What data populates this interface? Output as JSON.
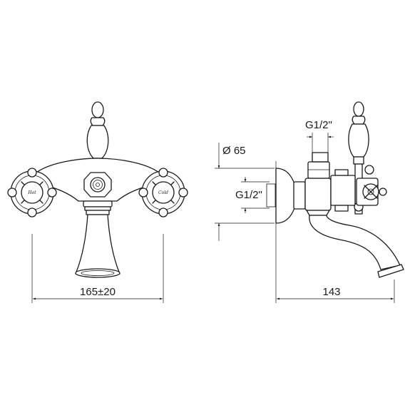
{
  "dimensions": {
    "width_front": "165±20",
    "projection": "143",
    "diameter": "Ø 65",
    "thread_top": "G1/2\"",
    "thread_side": "G1/2\""
  },
  "handles": {
    "left": "Hot",
    "right": "Cold"
  }
}
